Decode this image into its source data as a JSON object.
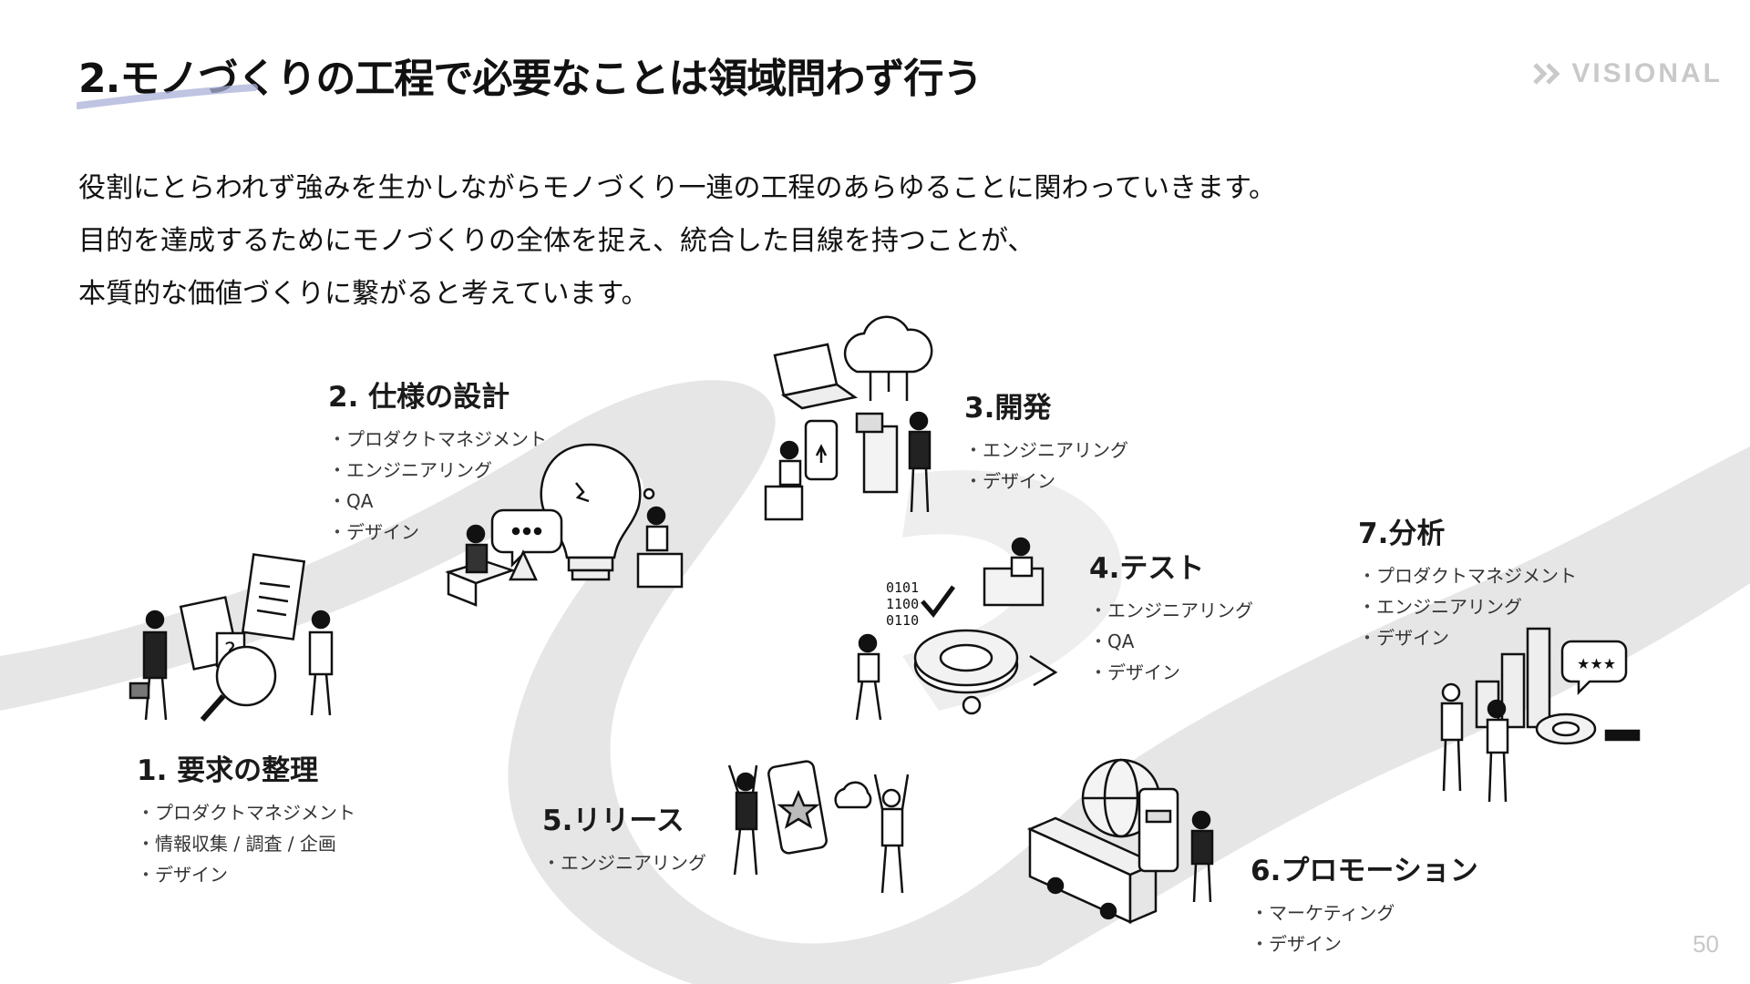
{
  "header": {
    "title": "2.モノづくりの工程で必要なことは領域問わず行う",
    "logo_text": "VISIONAL"
  },
  "lead": {
    "line1": "役割にとらわれず強みを生かしながらモノづくり一連の工程のあらゆることに関わっていきます。",
    "line2": "目的を達成するためにモノづくりの全体を捉え、統合した目線を持つことが、",
    "line3": "本質的な価値づくりに繋がると考えています。"
  },
  "steps": [
    {
      "title": "1. 要求の整理",
      "items": [
        "プロダクトマネジメント",
        "情報収集 / 調査 / 企画",
        "デザイン"
      ]
    },
    {
      "title": "2. 仕様の設計",
      "items": [
        "プロダクトマネジメント",
        "エンジニアリング",
        "QA",
        "デザイン"
      ]
    },
    {
      "title": "3.開発",
      "items": [
        "エンジニアリング",
        "デザイン"
      ]
    },
    {
      "title": "4.テスト",
      "items": [
        "エンジニアリング",
        "QA",
        "デザイン"
      ]
    },
    {
      "title": "5.リリース",
      "items": [
        "エンジニアリング"
      ]
    },
    {
      "title": "6.プロモーション",
      "items": [
        "マーケティング",
        "デザイン"
      ]
    },
    {
      "title": "7.分析",
      "items": [
        "プロダクトマネジメント",
        "エンジニアリング",
        "デザイン"
      ]
    }
  ],
  "footer": {
    "page_number": "50"
  },
  "colors": {
    "road": "#e6e6e6",
    "title_underline": "#aab0d8",
    "logo": "#c9c9c9"
  },
  "icons": [
    "visional-logo-icon",
    "lightbulb-icon",
    "cloud-icon",
    "laptop-icon",
    "smartphone-icon",
    "globe-icon",
    "bus-icon",
    "bar-chart-icon",
    "donut-chart-icon",
    "magnifier-icon",
    "document-icon",
    "speech-bubble-icon",
    "people-illustration"
  ]
}
